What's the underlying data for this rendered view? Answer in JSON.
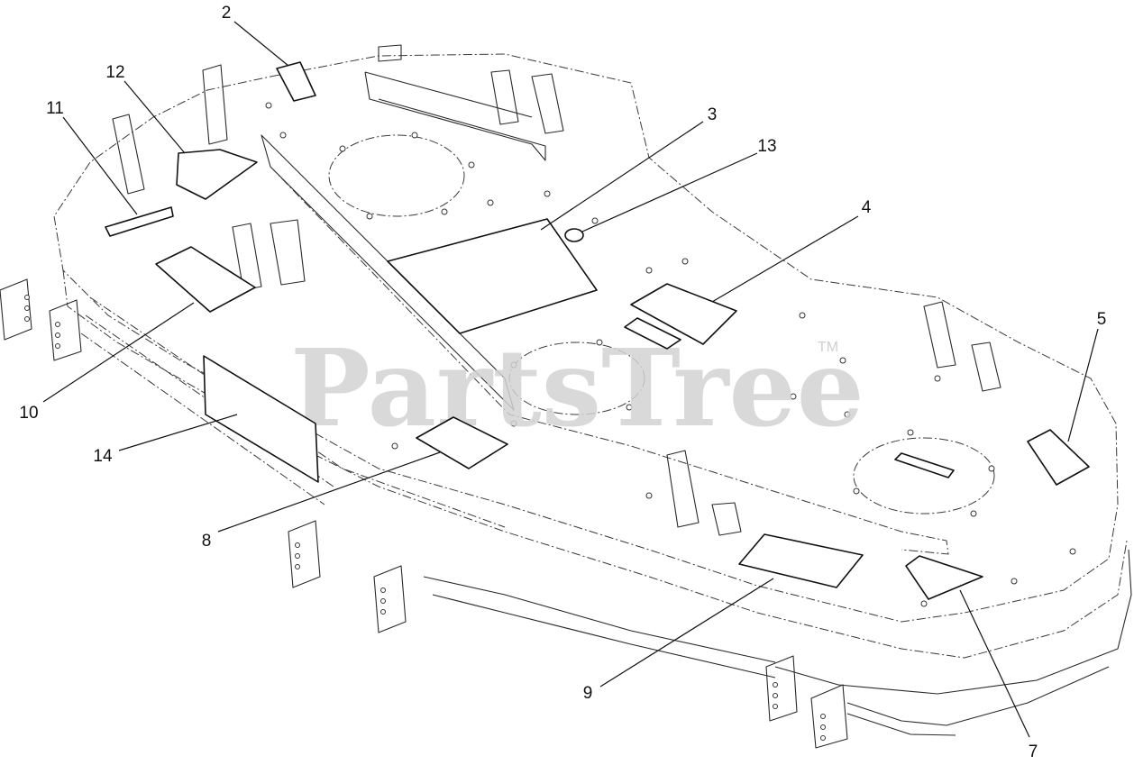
{
  "watermark": {
    "brand": "PartsTree",
    "trademark": "TM"
  },
  "callouts": [
    {
      "id": "callout-2",
      "label": "2"
    },
    {
      "id": "callout-3",
      "label": "3"
    },
    {
      "id": "callout-4",
      "label": "4"
    },
    {
      "id": "callout-5",
      "label": "5"
    },
    {
      "id": "callout-7",
      "label": "7"
    },
    {
      "id": "callout-8",
      "label": "8"
    },
    {
      "id": "callout-9",
      "label": "9"
    },
    {
      "id": "callout-10",
      "label": "10"
    },
    {
      "id": "callout-11",
      "label": "11"
    },
    {
      "id": "callout-12",
      "label": "12"
    },
    {
      "id": "callout-13",
      "label": "13"
    },
    {
      "id": "callout-14",
      "label": "14"
    }
  ]
}
